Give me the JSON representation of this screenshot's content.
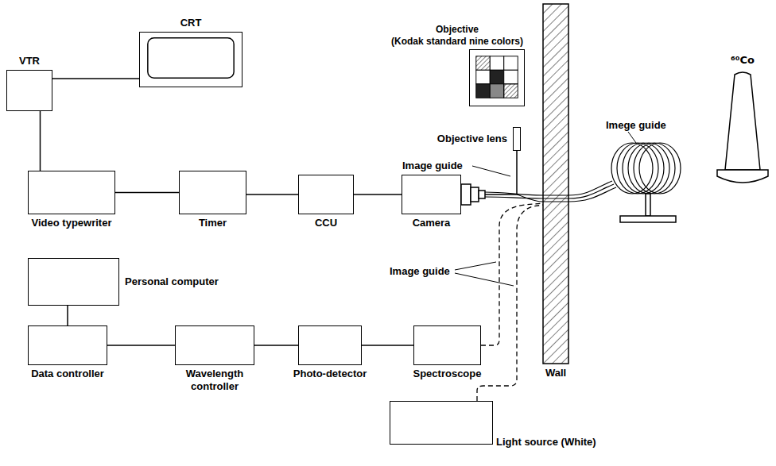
{
  "diagram": {
    "nodes": [
      {
        "text": [
          "VTR"
        ]
      },
      {
        "text": [
          "CRT"
        ]
      },
      {
        "text": [
          "Objective",
          "(Kodak standard nine colors)"
        ]
      },
      {
        "text": [
          "Objective lens"
        ]
      },
      {
        "text": [
          "⁶⁰Co"
        ]
      },
      {
        "text": [
          "Video typewriter"
        ]
      },
      {
        "text": [
          "Timer"
        ]
      },
      {
        "text": [
          "CCU"
        ]
      },
      {
        "text": [
          "Camera"
        ]
      },
      {
        "text": [
          "Wall"
        ]
      },
      {
        "text": [
          "Personal computer"
        ]
      },
      {
        "text": [
          "Data controller"
        ]
      },
      {
        "text": [
          "Wavelength controller"
        ]
      },
      {
        "text": [
          "Photo-detector"
        ]
      },
      {
        "text": [
          "Spectroscope"
        ]
      },
      {
        "text": [
          "Light source (White)"
        ]
      }
    ],
    "edges": [
      {
        "from": 0,
        "to": 1,
        "arrow": "none"
      },
      {
        "from": 0,
        "to": 5,
        "arrow": "none"
      },
      {
        "from": 5,
        "to": 6,
        "arrow": "none"
      },
      {
        "from": 6,
        "to": 7,
        "arrow": "none"
      },
      {
        "from": 7,
        "to": 8,
        "arrow": "none"
      },
      {
        "from": 3,
        "to": 8,
        "arrow": "none"
      },
      {
        "from": 10,
        "to": 11,
        "arrow": "none"
      },
      {
        "from": 11,
        "to": 12,
        "arrow": "none"
      },
      {
        "from": 12,
        "to": 13,
        "arrow": "none"
      },
      {
        "from": 13,
        "to": 14,
        "arrow": "none"
      }
    ],
    "labels": [
      "Image guide",
      "Imege guide",
      "Image guide"
    ]
  }
}
